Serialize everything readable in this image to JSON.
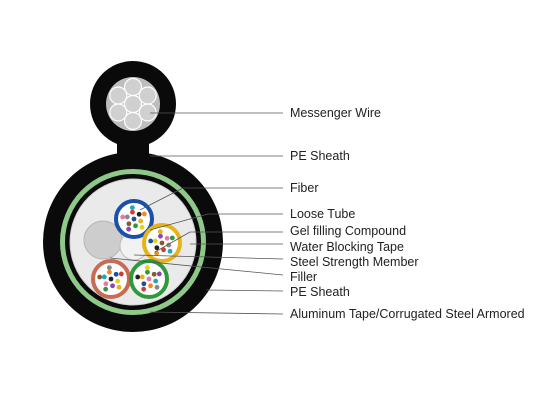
{
  "labels": {
    "messenger_wire": "Messenger Wire",
    "pe_sheath_top": "PE Sheath",
    "fiber": "Fiber",
    "loose_tube": "Loose Tube",
    "gel": "Gel filling Compound",
    "water_blocking": "Water Blocking Tape",
    "steel_member": "Steel Strength Member",
    "filler": "Filler",
    "pe_sheath_bottom": "PE Sheath",
    "armor": "Aluminum Tape/Corrugated Steel Armored"
  },
  "colors": {
    "sheath": "#0a0a0a",
    "armor_green": "#8fc98a",
    "tube_blue": "#1c4fa8",
    "tube_yellow": "#e8b21a",
    "tube_red": "#c96a52",
    "tube_green": "#2e9a3c",
    "filler_gray": "#c8c8c8",
    "wire_gray": "#c9c9c9"
  }
}
